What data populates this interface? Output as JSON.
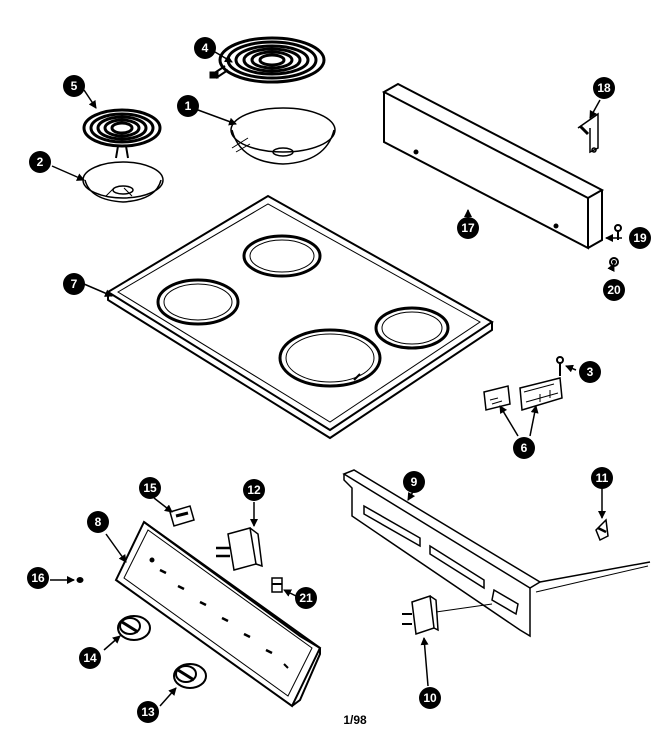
{
  "diagram": {
    "footer": "1/98",
    "callouts": {
      "c1": "1",
      "c2": "2",
      "c3": "3",
      "c4": "4",
      "c5": "5",
      "c6": "6",
      "c7": "7",
      "c8": "8",
      "c9": "9",
      "c10": "10",
      "c11": "11",
      "c12": "12",
      "c13": "13",
      "c14": "14",
      "c15": "15",
      "c16": "16",
      "c17": "17",
      "c18": "18",
      "c19": "19",
      "c20": "20",
      "c21": "21"
    }
  }
}
